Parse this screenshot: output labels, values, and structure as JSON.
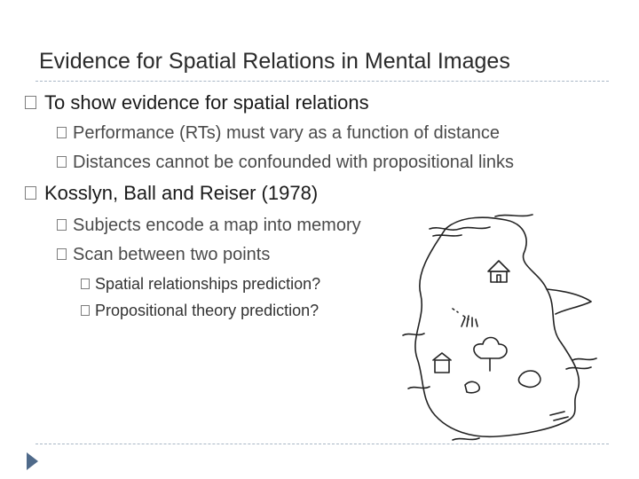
{
  "slide": {
    "title": "Evidence for Spatial Relations in Mental Images",
    "bullets": [
      {
        "text": "To show evidence for spatial relations",
        "children": [
          {
            "text": "Performance (RTs) must vary as a function of distance"
          },
          {
            "text": "Distances cannot be confounded with propositional links"
          }
        ]
      },
      {
        "text": "Kosslyn, Ball and Reiser (1978)",
        "children": [
          {
            "text": "Subjects encode a map into memory"
          },
          {
            "text": "Scan between two points",
            "children": [
              {
                "text": "Spatial relationships prediction?"
              },
              {
                "text": "Propositional theory prediction?"
              }
            ]
          }
        ]
      }
    ]
  },
  "colors": {
    "rule": "#a9b7c6",
    "nav_arrow": "#4f6a8a",
    "text": "#1a1a1a"
  },
  "icons": {
    "bullet": "checkbox-square-icon",
    "nav": "next-slide-arrow-icon",
    "illustration": "island-map-illustration"
  }
}
